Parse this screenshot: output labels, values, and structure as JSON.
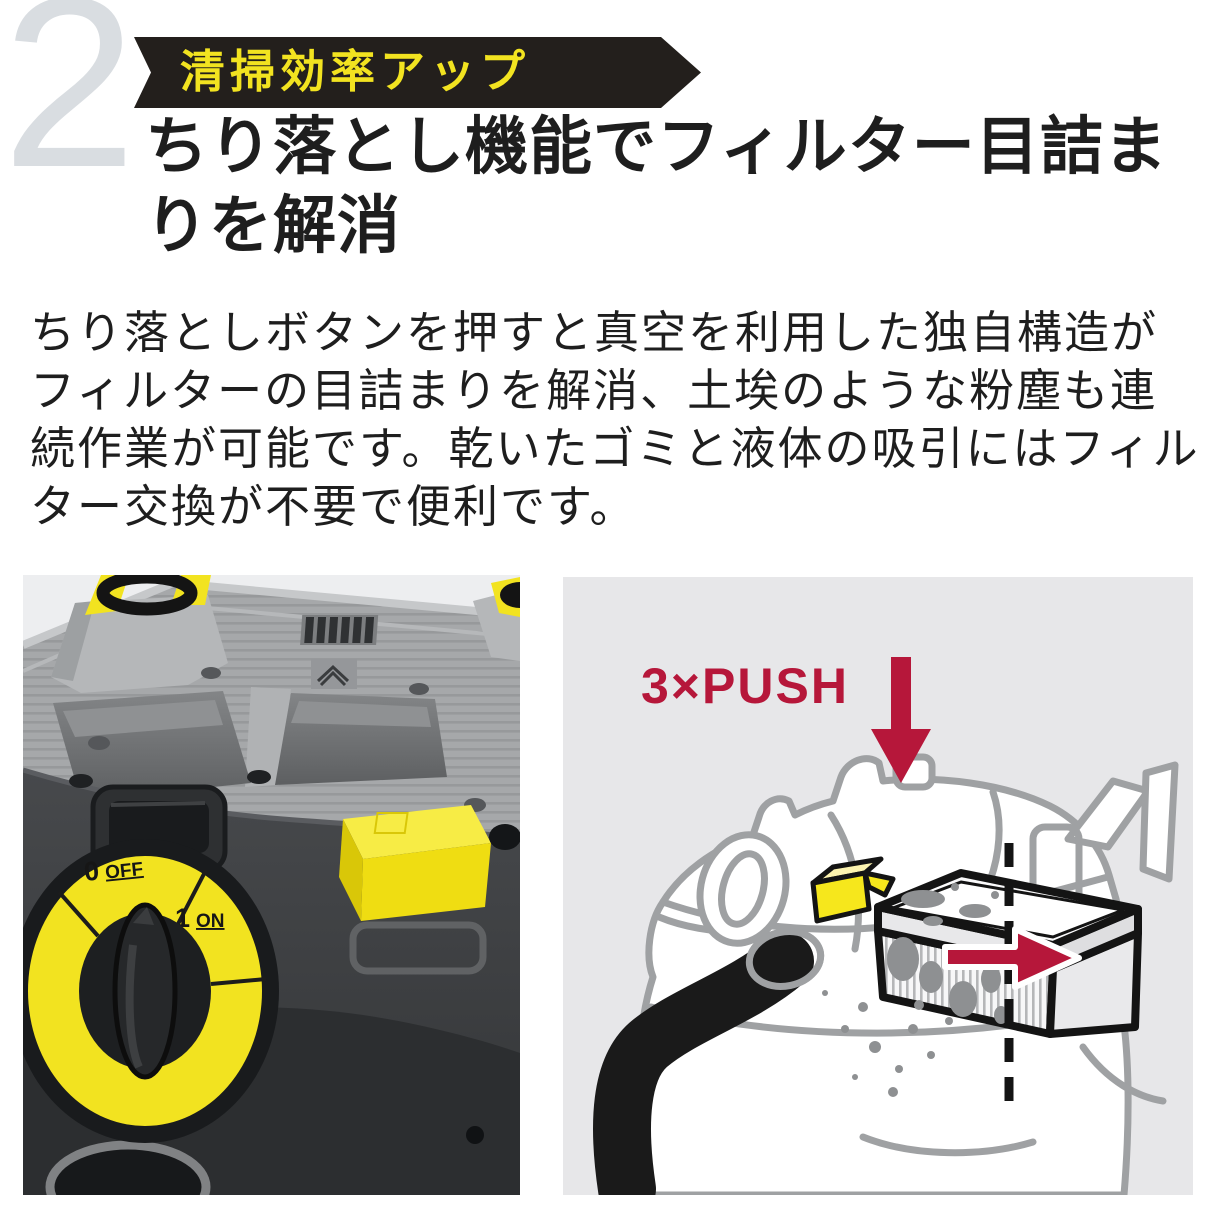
{
  "colors": {
    "accent_yellow": "#f2e320",
    "banner_black": "#231f1c",
    "text_black": "#1e1e1e",
    "numeral_gray": "#d9dde1",
    "push_red": "#b6173a",
    "photo_bg": "#edeef0",
    "illustration_bg": "#e7e7e9"
  },
  "step": {
    "number": "2",
    "badge_label": "清掃効率アップ",
    "heading": "ちり落とし機能でフィルター目詰ま\nりを解消"
  },
  "body_text": "ちり落としボタンを押すと真空を利用した独自構造が\nフィルターの目詰まりを解消、土埃のような粉塵も連\n続作業が可能です。乾いたゴミと液体の吸引にはフィル\nター交換が不要で便利です。",
  "product_photo": {
    "dial": {
      "off_number": "0",
      "off_label": "OFF",
      "on_number": "1",
      "on_label": "ON"
    }
  },
  "illustration": {
    "push_label": "3×PUSH"
  }
}
